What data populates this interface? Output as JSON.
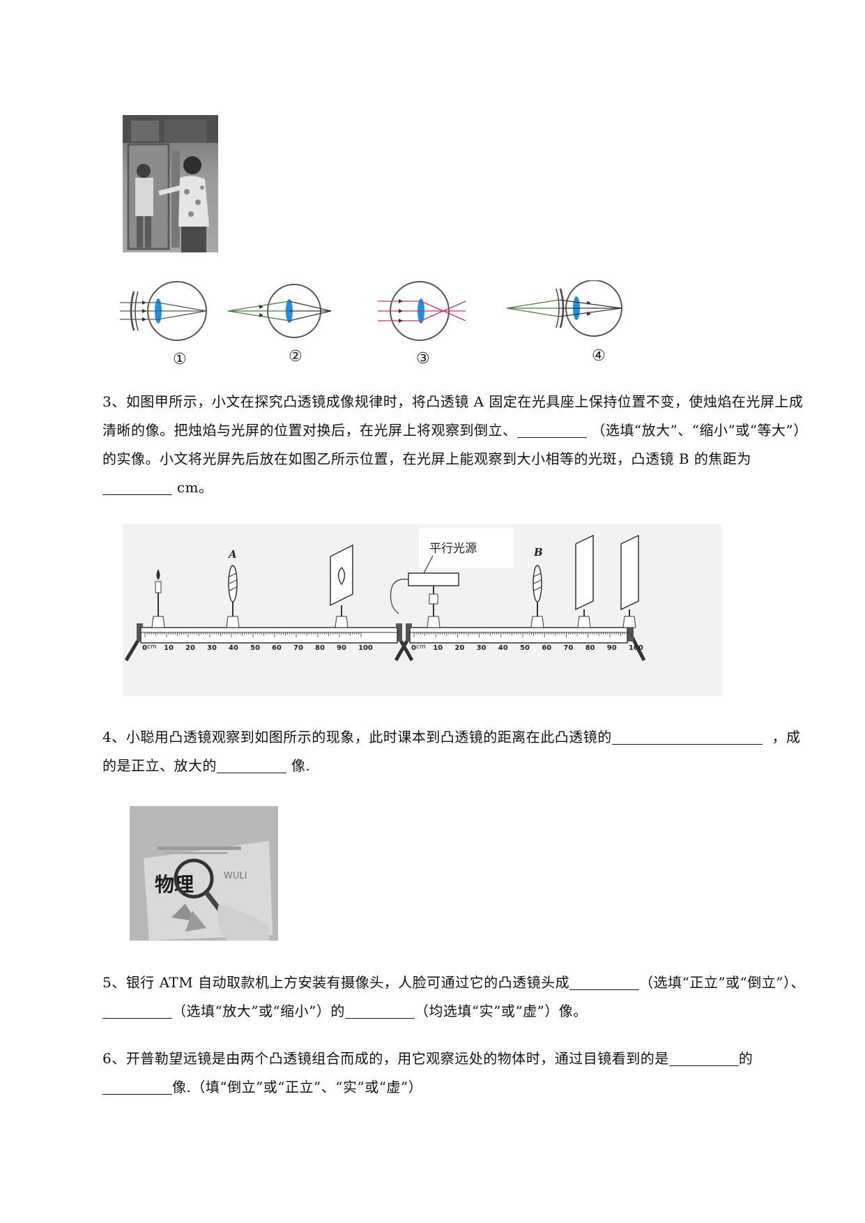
{
  "q3": {
    "text_1": "3、如图甲所示，小文在探究凸透镜成像规律时，将凸透镜 A 固定在光具座上保持位置不变，使烛焰在光屏上成清晰的像。把烛焰与光屏的位置对换后，在光屏上将观察到倒立、",
    "text_2": "（选填“放大”、“缩小”或“等大”）的实像。小文将光屏先后放在如图乙所示位置，在光屏上能观察到大小相等的光斑，凸透镜 B 的焦距为",
    "text_3": " cm。"
  },
  "q4": {
    "text_1": "4、小聪用凸透镜观察到如图所示的现象，此时课本到凸透镜的距离在此凸透镜的",
    "text_2": "，成的是正立、放大的",
    "text_3": " 像."
  },
  "q5": {
    "text_1": "5、银行 ATM 自动取款机上方安装有摄像头，人脸可通过它的凸透镜头成",
    "text_2": "（选填“正立”或“倒立”）、",
    "text_3": "（选填“放大”或“缩小”）的",
    "text_4": "（均选填“实”或“虚”）像。"
  },
  "q6": {
    "text_1": "6、开普勒望远镜是由两个凸透镜组合而成的，用它观察远处的物体时，通过目镜看到的是",
    "text_2": "的",
    "text_3": "像.（填“倒立”或“正立”、“实”或“虚”）"
  },
  "eye_figure": {
    "labels": [
      "①",
      "②",
      "③",
      "④"
    ]
  },
  "bench_figure": {
    "lens_a": "A",
    "lens_b": "B",
    "parallel_source": "平行光源",
    "unit": "cm",
    "ticks": [
      "0",
      "10",
      "20",
      "30",
      "40",
      "50",
      "60",
      "70",
      "80",
      "90",
      "100"
    ]
  },
  "photo2": {
    "book_title": "物理",
    "book_pinyin": "WULI"
  }
}
